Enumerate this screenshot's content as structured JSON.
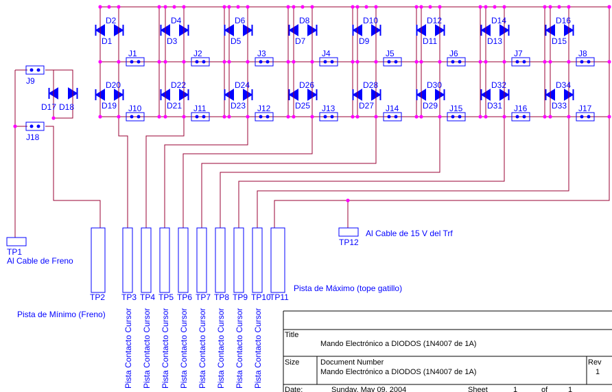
{
  "diode_pairs_top": [
    [
      "D2",
      "D1"
    ],
    [
      "D4",
      "D3"
    ],
    [
      "D6",
      "D5"
    ],
    [
      "D8",
      "D7"
    ],
    [
      "D10",
      "D9"
    ],
    [
      "D12",
      "D11"
    ],
    [
      "D14",
      "D13"
    ],
    [
      "D16",
      "D15"
    ]
  ],
  "diode_pairs_bottom": [
    [
      "D20",
      "D19"
    ],
    [
      "D22",
      "D21"
    ],
    [
      "D24",
      "D23"
    ],
    [
      "D26",
      "D25"
    ],
    [
      "D28",
      "D27"
    ],
    [
      "D30",
      "D29"
    ],
    [
      "D32",
      "D31"
    ],
    [
      "D34",
      "D33"
    ]
  ],
  "jumpers_top": [
    "J1",
    "J2",
    "J3",
    "J4",
    "J5",
    "J6",
    "J7",
    "J8"
  ],
  "jumpers_bottom": [
    "J10",
    "J11",
    "J12",
    "J13",
    "J14",
    "J15",
    "J16",
    "J17"
  ],
  "brake_section": {
    "jumper_top": "J9",
    "jumper_bottom": "J18",
    "diode_left": "D17",
    "diode_right": "D18",
    "tp_label": "TP1",
    "tp_caption": "Al Cable de Freno"
  },
  "supply": {
    "tp_label": "TP12",
    "caption": "Al Cable de 15 V del Trf"
  },
  "test_points": [
    "TP2",
    "TP3",
    "TP4",
    "TP5",
    "TP6",
    "TP7",
    "TP8",
    "TP9",
    "TP10",
    "TP11"
  ],
  "cursor_contact_label": "Pista Contacto Cursor",
  "min_track_label": "Pista de Mínimo (Freno)",
  "max_track_label": "Pista de Máximo (tope gatillo)",
  "title_block": {
    "title_label": "Title",
    "title_value": "Mando Electrónico a DIODOS (1N4007 de 1A)",
    "size_label": "Size",
    "doc_number_label": "Document Number",
    "doc_number_value": "Mando Electrónico a DIODOS (1N4007 de 1A)",
    "rev_label": "Rev",
    "rev_value": "1",
    "date_label": "Date:",
    "date_value": "Sunday, May 09, 2004",
    "sheet_label": "Sheet",
    "sheet_value": "1",
    "of_label": "of",
    "of_value": "1"
  },
  "colors": {
    "wire": "#990033",
    "component": "#0000ff",
    "junction": "#ff00ff",
    "title_block": "#000000"
  }
}
